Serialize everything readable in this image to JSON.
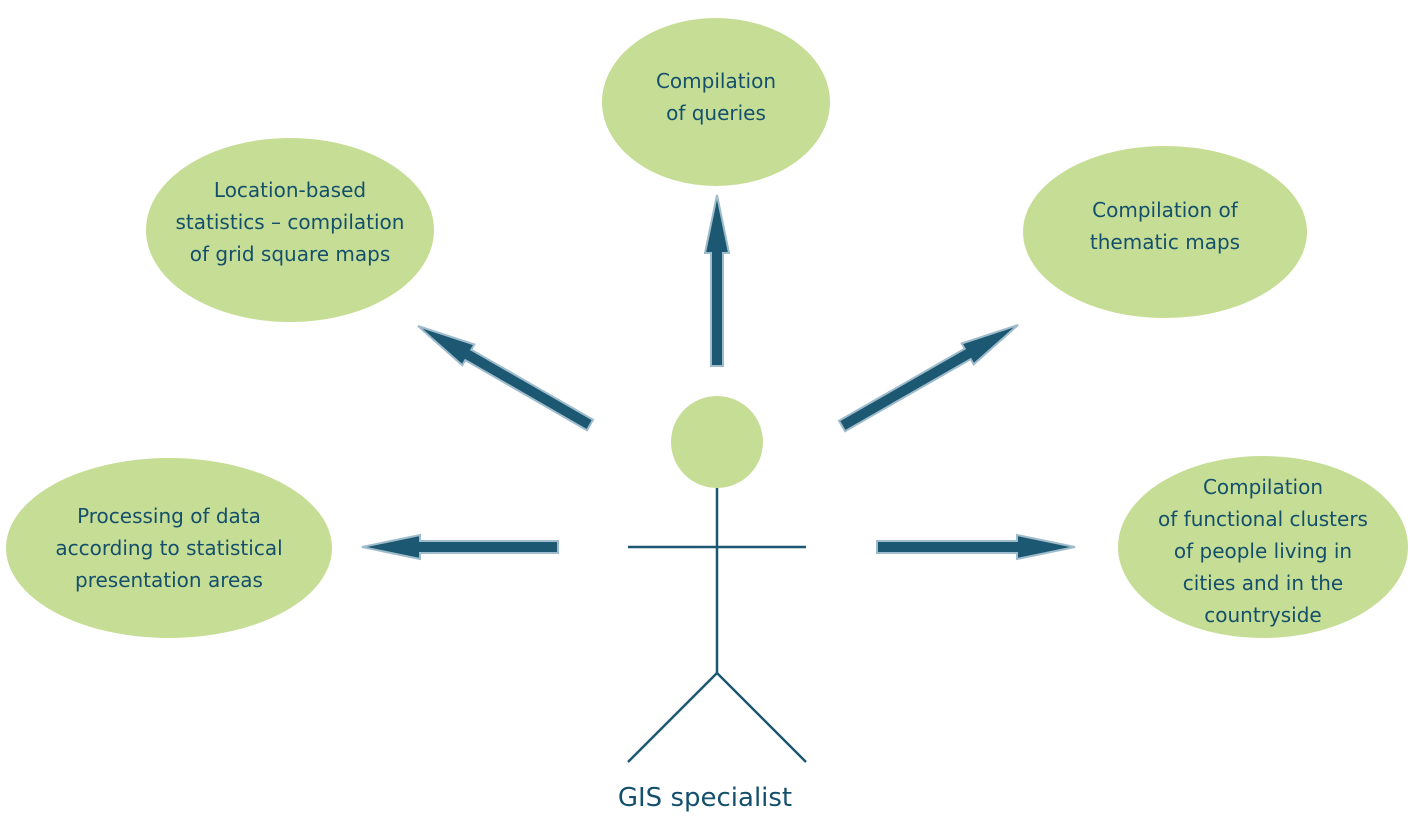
{
  "colors": {
    "bubble_fill": "#c6dd95",
    "arrow_fill": "#1c5872",
    "arrow_outline": "#9fbccc",
    "text": "#14506c",
    "figure_line": "#1c5872"
  },
  "bubbles": {
    "queries": "Compilation\nof queries",
    "location": "Location-based\nstatistics – compilation\nof grid square maps",
    "thematic": "Compilation of\nthematic maps",
    "processing": "Processing of data\naccording to statistical\npresentation areas",
    "functional": "Compilation\nof functional clusters\nof people living in\ncities and in the\ncountryside"
  },
  "figure": {
    "caption": "GIS specialist"
  }
}
